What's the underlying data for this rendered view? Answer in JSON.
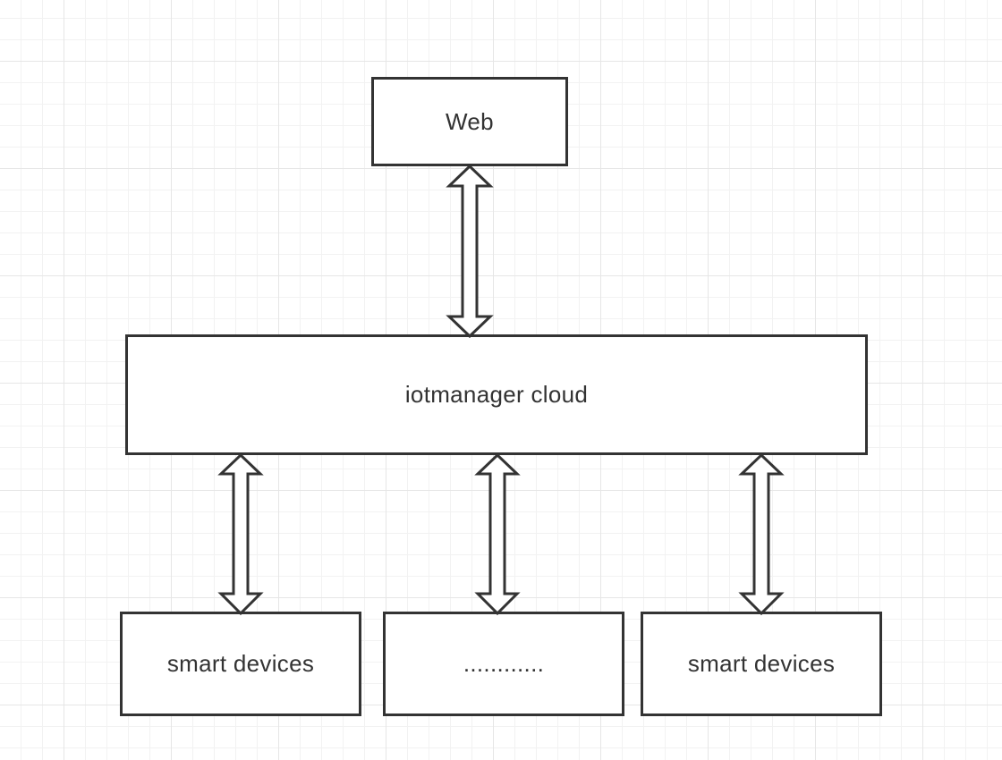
{
  "diagram": {
    "nodes": {
      "web": "Web",
      "cloud": "iotmanager cloud",
      "device_left": "smart devices",
      "device_middle": "............",
      "device_right": "smart devices"
    },
    "connectors": [
      {
        "from": "web",
        "to": "cloud",
        "style": "bidirectional-hollow-arrow"
      },
      {
        "from": "cloud",
        "to": "device_left",
        "style": "bidirectional-hollow-arrow"
      },
      {
        "from": "cloud",
        "to": "device_middle",
        "style": "bidirectional-hollow-arrow"
      },
      {
        "from": "cloud",
        "to": "device_right",
        "style": "bidirectional-hollow-arrow"
      }
    ],
    "colors": {
      "stroke": "#333333",
      "background": "#ffffff",
      "grid": "#e6e6e6"
    }
  }
}
